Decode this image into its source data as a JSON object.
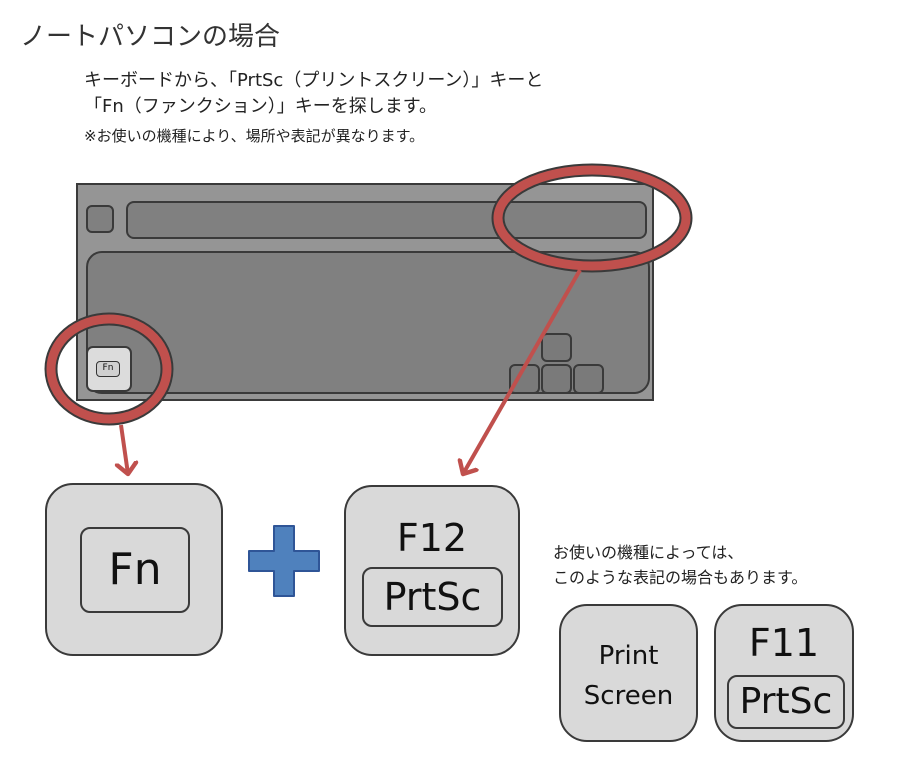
{
  "title": "ノートパソコンの場合",
  "description": {
    "line1": "キーボードから、「PrtSc（プリントスクリーン）」キーと",
    "line2": "「Fn（ファンクション）」キーを探します。",
    "note": "※お使いの機種により、場所や表記が異なります。"
  },
  "keyboard": {
    "fn_key_label": "Fn"
  },
  "combo": {
    "fn_key": "Fn",
    "f12_label": "F12",
    "prtsc_label": "PrtSc"
  },
  "alternative": {
    "note_line1": "お使いの機種によっては、",
    "note_line2": "このような表記の場合もあります。",
    "print_screen_line1": "Print",
    "print_screen_line2": "Screen",
    "f11_label": "F11",
    "prtsc_label": "PrtSc"
  },
  "colors": {
    "highlight_ring": "#c0504d",
    "arrow": "#c0504d",
    "plus": "#4f81bd",
    "key_face": "#d9d9d9",
    "keyboard_body": "#959595"
  }
}
